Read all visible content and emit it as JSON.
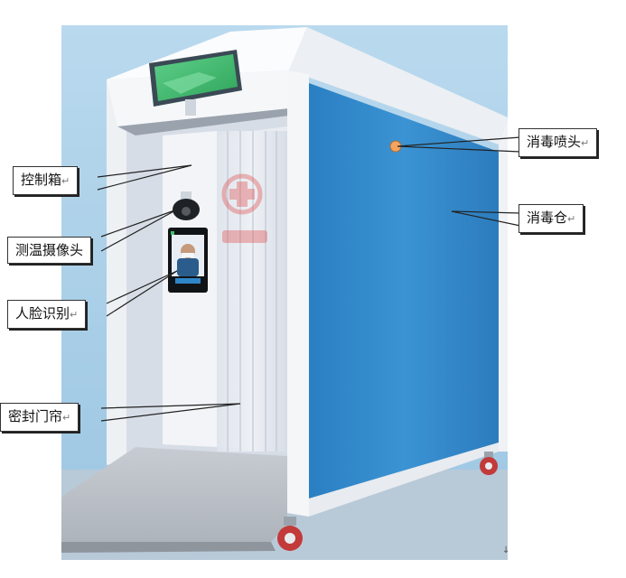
{
  "labels": {
    "control_box": "控制箱",
    "temp_camera": "测温摄像头",
    "face_recognition": "人脸识别",
    "sealed_curtain": "密封门帘",
    "disinfect_nozzle": "消毒喷头",
    "disinfect_chamber": "消毒仓"
  },
  "return_mark": "↵",
  "corner_mark": "↓",
  "colors": {
    "sky": "#a9cde6",
    "frame": "#f4f6f8",
    "panel_blue": "#2f86c8",
    "screen_green": "#3fbf6a",
    "nozzle": "#f4a460"
  }
}
